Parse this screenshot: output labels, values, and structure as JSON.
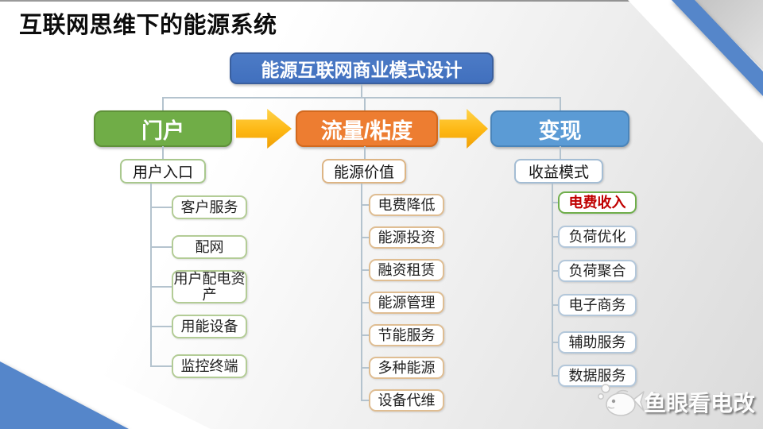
{
  "page": {
    "title": "互联网思维下的能源系统"
  },
  "root_box": {
    "label": "能源互联网商业模式设计"
  },
  "stages": [
    {
      "label": "门户",
      "sub": "用户入口",
      "color": "#70ad47",
      "items": [
        {
          "label": "客户服务"
        },
        {
          "label": "配网"
        },
        {
          "label": "用户配电资产"
        },
        {
          "label": "用能设备"
        },
        {
          "label": "监控终端"
        }
      ]
    },
    {
      "label": "流量/粘度",
      "sub": "能源价值",
      "color": "#ed7d31",
      "items": [
        {
          "label": "电费降低"
        },
        {
          "label": "能源投资"
        },
        {
          "label": "融资租赁"
        },
        {
          "label": "能源管理"
        },
        {
          "label": "节能服务"
        },
        {
          "label": "多种能源"
        },
        {
          "label": "设备代维"
        }
      ]
    },
    {
      "label": "变现",
      "sub": "收益模式",
      "color": "#5b9bd5",
      "items": [
        {
          "label": "电费收入",
          "highlight": true
        },
        {
          "label": "负荷优化"
        },
        {
          "label": "负荷聚合"
        },
        {
          "label": "电子商务"
        },
        {
          "label": "辅助服务"
        },
        {
          "label": "数据服务"
        }
      ]
    }
  ],
  "watermark": {
    "label": "鱼眼看电改",
    "icon": "fish-icon"
  },
  "colors": {
    "root_blue": "#4472c4",
    "stage_green": "#70ad47",
    "stage_orange": "#ed7d31",
    "stage_blue": "#5b9bd5",
    "arrow_yellow": "#fdb713",
    "highlight_red": "#c00000",
    "corner_blue": "#5586ca",
    "connector_gray": "#b4c3ce"
  }
}
